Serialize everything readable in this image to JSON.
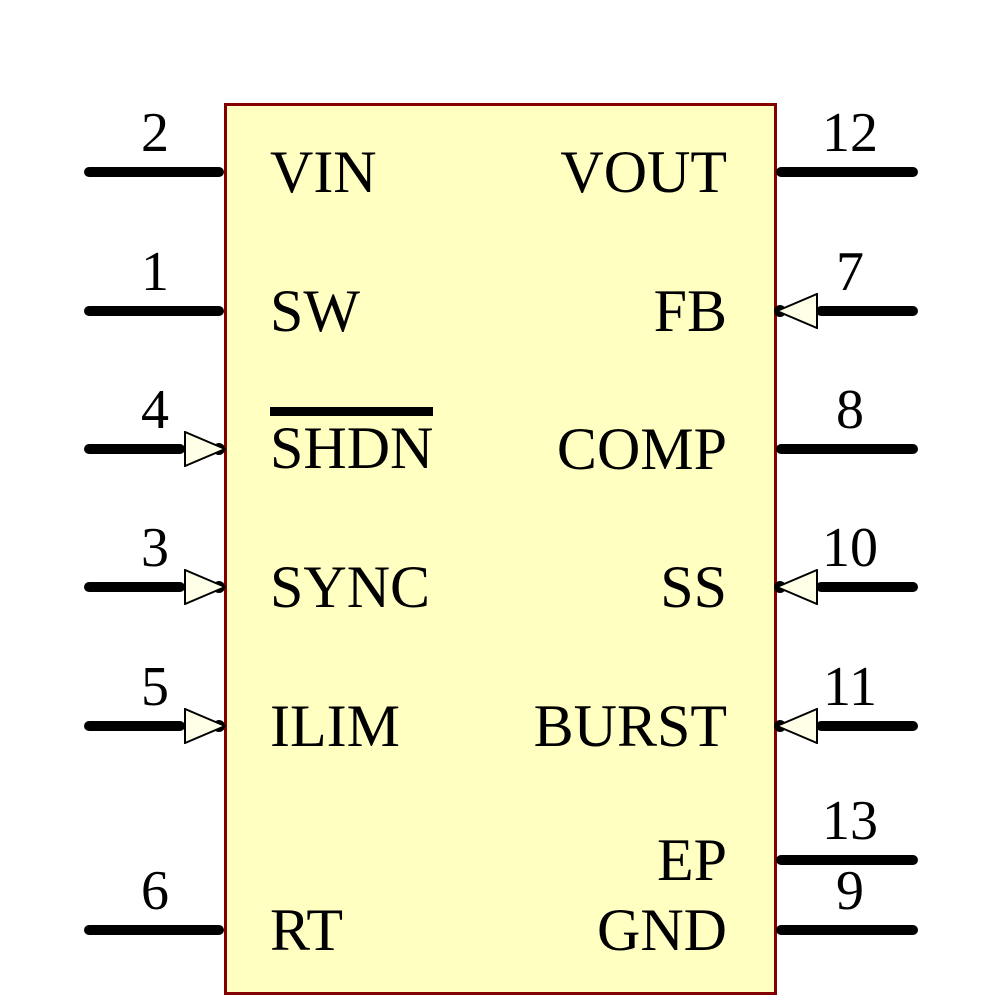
{
  "diagram_type": "ic-schematic-symbol",
  "colors": {
    "canvas": "#FFFFFF",
    "body-fill": "#FFFFC2",
    "body-border": "#840000",
    "pin": "#000000",
    "arrow-fill": "#FFFFE8"
  },
  "pins": {
    "left": [
      {
        "number": "2",
        "name": "VIN",
        "input_arrow": false,
        "overline": false
      },
      {
        "number": "1",
        "name": "SW",
        "input_arrow": false,
        "overline": false
      },
      {
        "number": "4",
        "name": "SHDN",
        "input_arrow": true,
        "overline": true
      },
      {
        "number": "3",
        "name": "SYNC",
        "input_arrow": true,
        "overline": false
      },
      {
        "number": "5",
        "name": "ILIM",
        "input_arrow": true,
        "overline": false
      },
      {
        "number": "6",
        "name": "RT",
        "input_arrow": false,
        "overline": false
      }
    ],
    "right": [
      {
        "number": "12",
        "name": "VOUT",
        "input_arrow": false,
        "overline": false
      },
      {
        "number": "7",
        "name": "FB",
        "input_arrow": true,
        "overline": false
      },
      {
        "number": "8",
        "name": "COMP",
        "input_arrow": false,
        "overline": false
      },
      {
        "number": "10",
        "name": "SS",
        "input_arrow": true,
        "overline": false
      },
      {
        "number": "11",
        "name": "BURST",
        "input_arrow": true,
        "overline": false
      },
      {
        "number": "13",
        "name": "EP",
        "input_arrow": false,
        "overline": false
      },
      {
        "number": "9",
        "name": "GND",
        "input_arrow": false,
        "overline": false
      }
    ]
  }
}
